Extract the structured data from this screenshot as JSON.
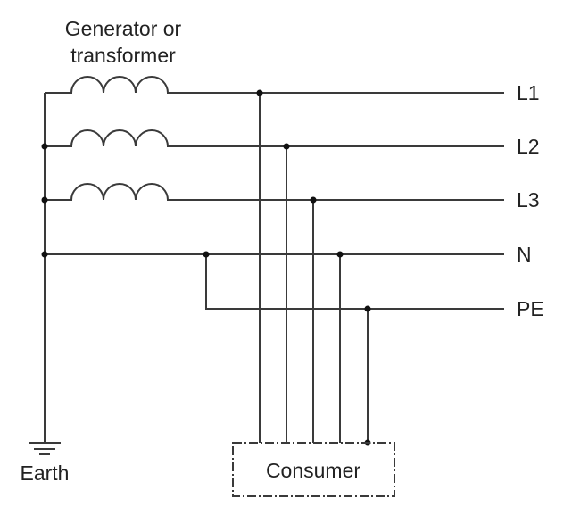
{
  "diagram": {
    "title": "TN-S earthing system",
    "source_label_line1": "Generator or",
    "source_label_line2": "transformer",
    "earth_label": "Earth",
    "consumer_label": "Consumer",
    "conductors": [
      {
        "id": "L1",
        "label": "L1",
        "type": "phase"
      },
      {
        "id": "L2",
        "label": "L2",
        "type": "phase"
      },
      {
        "id": "L3",
        "label": "L3",
        "type": "phase"
      },
      {
        "id": "N",
        "label": "N",
        "type": "neutral"
      },
      {
        "id": "PE",
        "label": "PE",
        "type": "protective-earth"
      }
    ],
    "colors": {
      "wire": "#3a3a3a",
      "junction": "#111111",
      "text": "#222222"
    }
  }
}
